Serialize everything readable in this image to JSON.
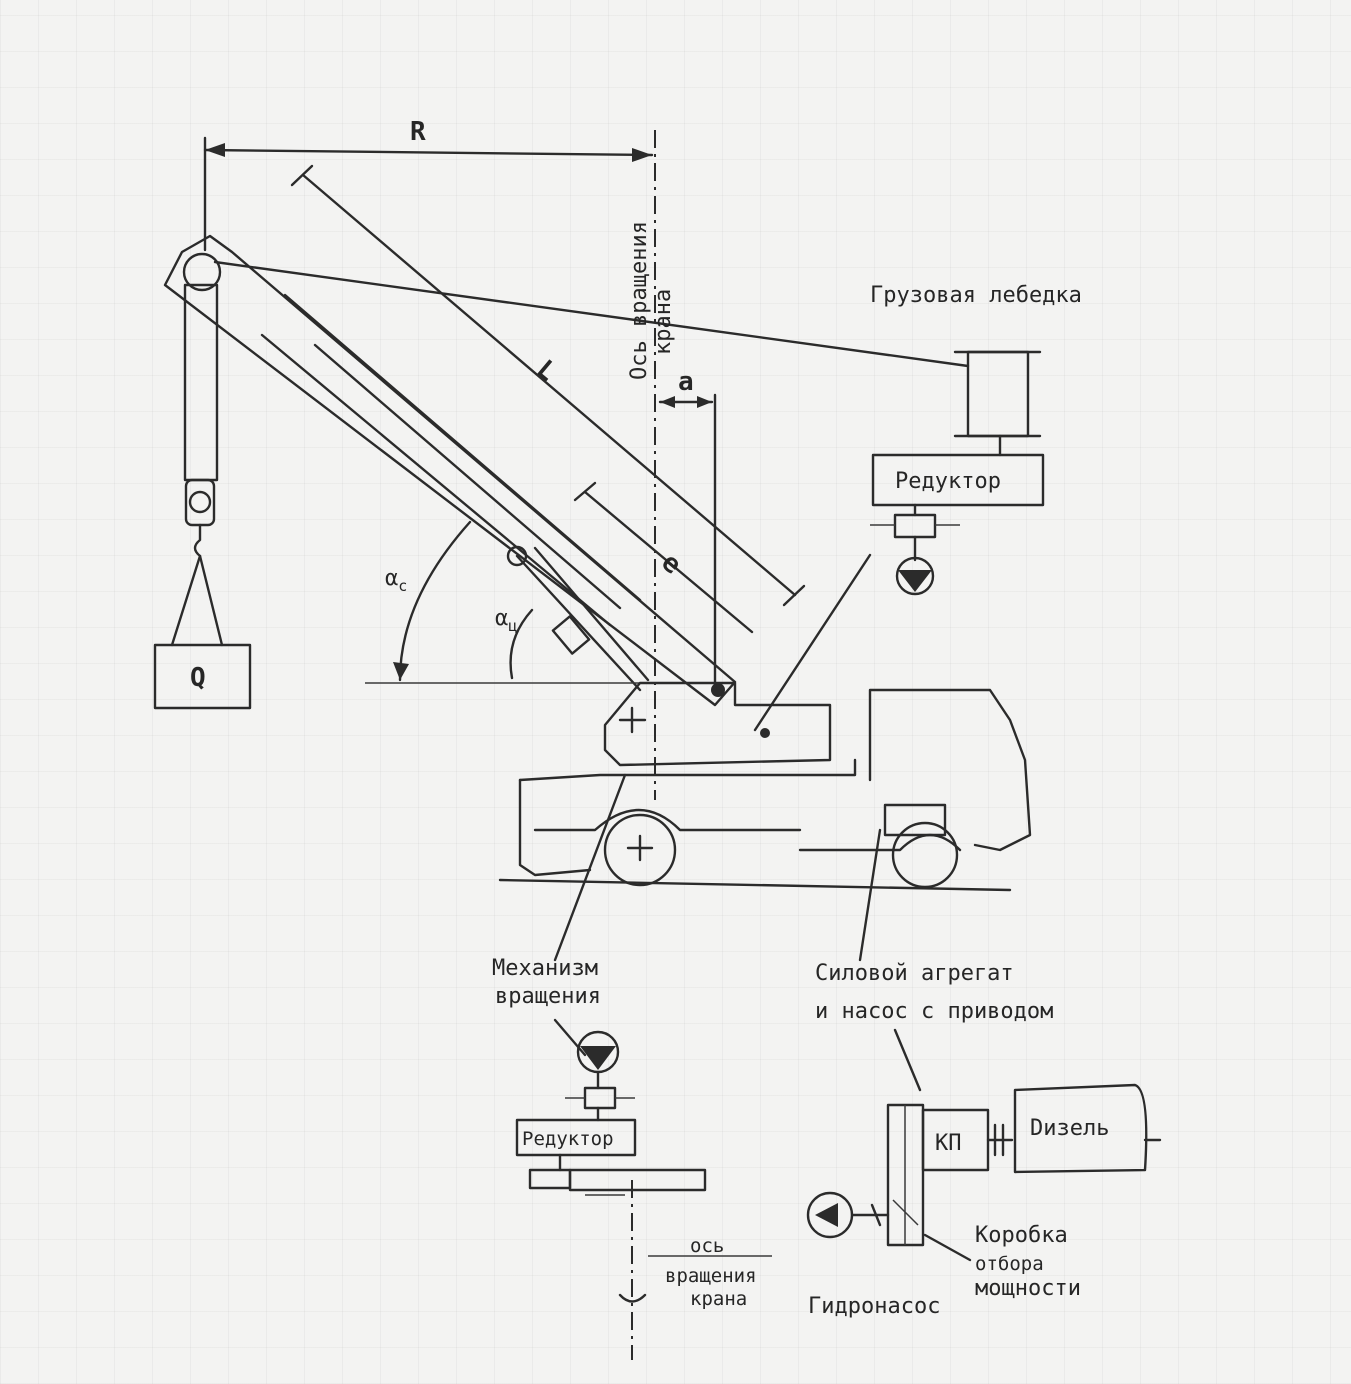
{
  "labels": {
    "radius": "R",
    "boom_length": "L",
    "offset": "a",
    "cyl_arm": "e",
    "angle_boom": "α",
    "angle_boom_sub": "c",
    "angle_cyl": "α",
    "angle_cyl_sub": "ц",
    "load": "Q",
    "axis_top_line1": "Ось вращения",
    "axis_top_line2": "крана",
    "winch": "Грузовая лебедка",
    "reducer_top": "Редуктор",
    "slew_line1": "Механизм",
    "slew_line2": "вращения",
    "reducer_bottom": "Редуктор",
    "power_line1": "Силовой агрегат",
    "power_line2": "и насос с приводом",
    "gearbox": "КП",
    "diesel": "Dизель",
    "pto_line1": "Коробка",
    "pto_line2": "отбора",
    "pto_line3": "мощности",
    "pump": "Гидронасос",
    "axis_bottom_line1": "ось",
    "axis_bottom_line2": "вращения",
    "axis_bottom_line3": "крана"
  }
}
